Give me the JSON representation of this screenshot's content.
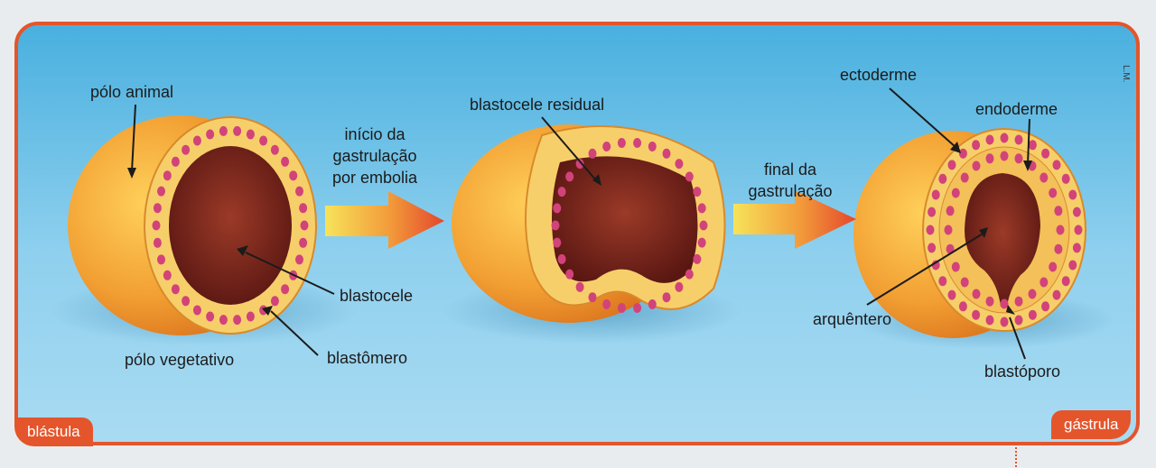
{
  "labels": {
    "polo_animal": "pólo animal",
    "blastocele": "blastocele",
    "blastomero": "blastômero",
    "polo_vegetativo": "pólo vegetativo",
    "arrow1_line1": "início da",
    "arrow1_line2": "gastrulação",
    "arrow1_line3": "por embolia",
    "blastocele_residual": "blastocele residual",
    "arrow2_line1": "final da",
    "arrow2_line2": "gastrulação",
    "ectoderme": "ectoderme",
    "endoderme": "endoderme",
    "arquentero": "arquêntero",
    "blastoporo": "blastóporo",
    "credit": "L.M."
  },
  "tags": {
    "left": "blástula",
    "right": "gástrula"
  },
  "colors": {
    "frame": "#e4552b",
    "background": "#49b0df",
    "embryo_outer": "#f2a53a",
    "cells": "#f7cf6a",
    "nuclei": "#d2437a",
    "cavity": "#8a2d22"
  }
}
